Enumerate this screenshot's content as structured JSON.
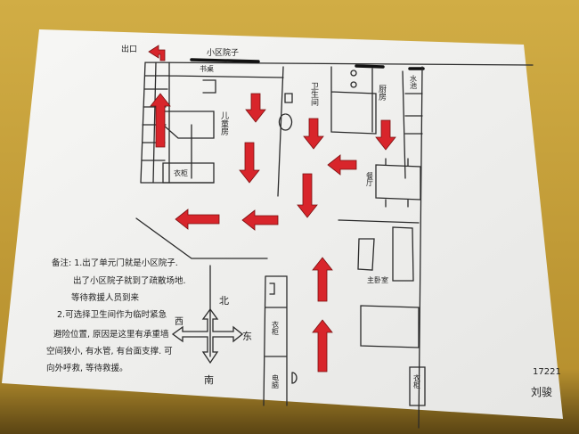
{
  "title": "家庭地震疏散逃生路线图",
  "labels": {
    "exit": "出口",
    "yard": "小区院子",
    "desk": "书桌",
    "kids_room": "儿童房",
    "bathroom": "卫生间",
    "kitchen": "厨房",
    "sink": "水池",
    "wardrobe_kids": "衣柜",
    "dining": "餐厅",
    "master_bedroom": "主卧室",
    "wardrobe_left": "衣柜",
    "computer": "电脑",
    "wardrobe_right": "衣柜"
  },
  "compass": {
    "north": "北",
    "east": "东",
    "west": "西",
    "south": "南"
  },
  "notes": [
    "备注: 1.出了单元门就是小区院子.",
    "出了小区院子就到了疏散场地.",
    "等待救援人员到来",
    "2.可选择卫生间作为临时紧急",
    "避险位置, 原因是这里有承重墙",
    "空间狭小, 有水管, 有台面支撑. 可",
    "向外呼救, 等待救援。"
  ],
  "signature": {
    "id": "17221",
    "name": "刘骏"
  },
  "colors": {
    "arrow": "#d8252b",
    "paper": "#f4f4f2",
    "background": "#c7a23c"
  }
}
